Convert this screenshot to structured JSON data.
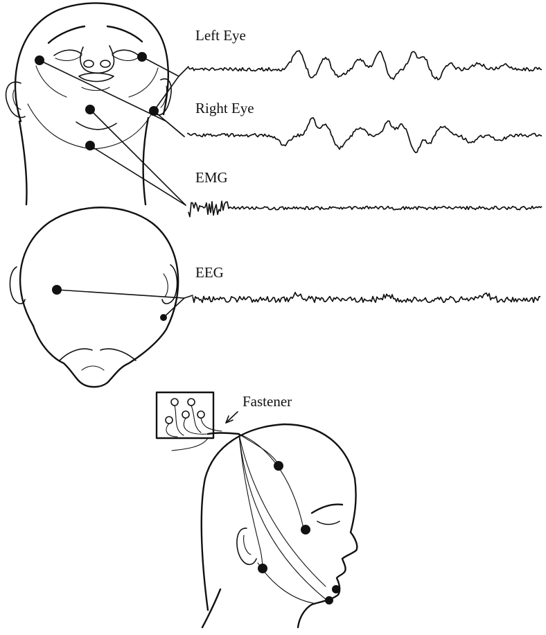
{
  "labels": {
    "left_eye": "Left Eye",
    "right_eye": "Right Eye",
    "emg": "EMG",
    "eeg": "EEG",
    "fastener": "Fastener"
  },
  "colors": {
    "ink": "#111111",
    "background": "#ffffff"
  },
  "icons": [
    "front-face-drawing",
    "top-of-head-drawing",
    "side-profile-drawing",
    "electrode-dot",
    "fastener-box"
  ]
}
